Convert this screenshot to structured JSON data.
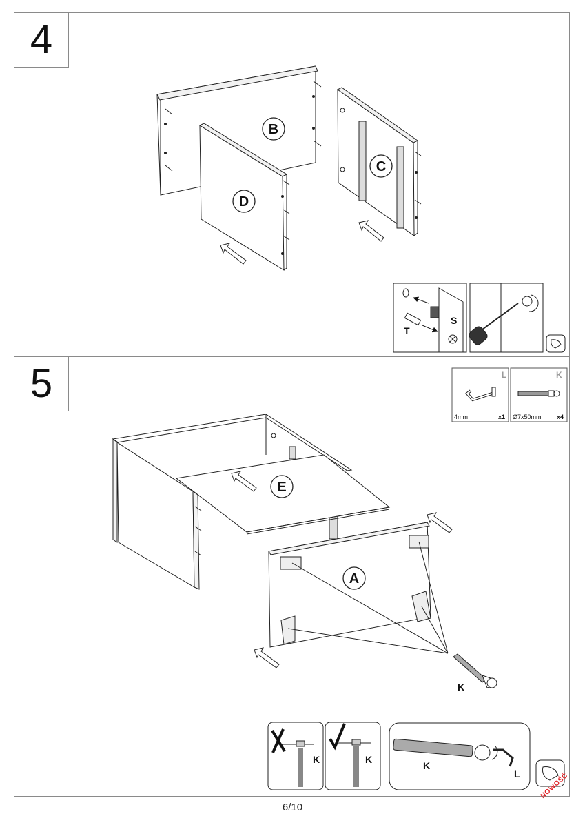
{
  "step4": {
    "number": "4",
    "panels": {
      "b": "B",
      "c": "C",
      "d": "D"
    },
    "detail": {
      "part_s": "S",
      "part_t": "T"
    }
  },
  "step5": {
    "number": "5",
    "panels": {
      "a": "A",
      "e": "E"
    },
    "screw_label": "K",
    "hardware": [
      {
        "code": "L",
        "spec": "4mm",
        "qty": "x1",
        "icon": "allen-key-icon"
      },
      {
        "code": "K",
        "spec": "Ø7x50mm",
        "qty": "x4",
        "icon": "screw-icon"
      }
    ],
    "detail": {
      "wrong_label": "K",
      "right_label": "K",
      "screw": "K",
      "key": "L"
    }
  },
  "footer": {
    "page": "6/10",
    "stamp": "NOWOŚĆ"
  }
}
